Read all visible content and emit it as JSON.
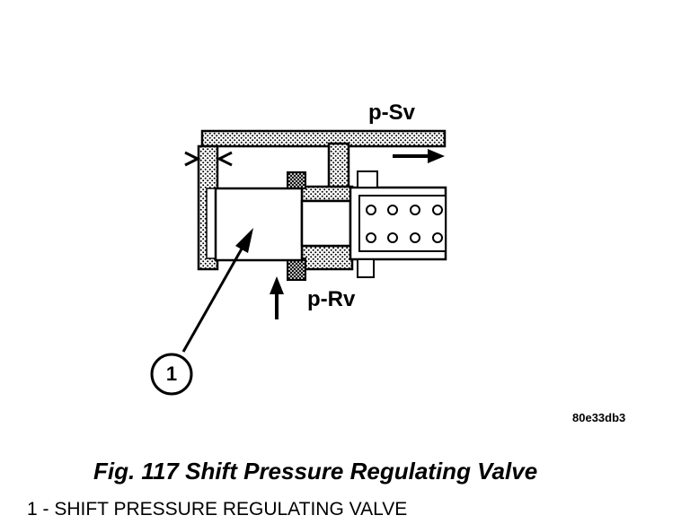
{
  "diagram": {
    "label_top": "p-Sv",
    "label_bottom": "p-Rv",
    "callout_number": "1",
    "figure_code": "80e33db3"
  },
  "caption": {
    "title": "Fig. 117 Shift Pressure Regulating Valve",
    "legend": "1 - SHIFT PRESSURE REGULATING VALVE"
  }
}
